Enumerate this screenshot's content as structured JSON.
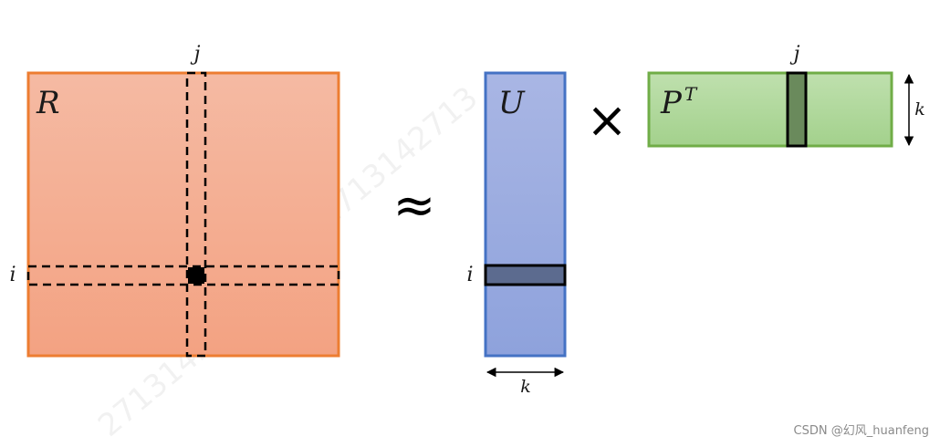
{
  "labels": {
    "R": "R",
    "U": "U",
    "P": "P",
    "P_sup": "T",
    "times": "×",
    "approx": "≈",
    "i_R": "i",
    "j_R": "j",
    "i_U": "i",
    "j_P": "j",
    "k_U": "k",
    "k_P": "k"
  },
  "watermark": {
    "background_text": "2713142713",
    "credit": "CSDN @幻风_huanfeng"
  },
  "colors": {
    "R_fill_top": "#f5baa3",
    "R_fill_bottom": "#f3a282",
    "R_stroke": "#ed7d31",
    "U_fill_top": "#a9b6e4",
    "U_fill_bottom": "#8ea2dc",
    "U_stroke": "#4472c4",
    "P_fill_top": "#bfe0ae",
    "P_fill_bottom": "#a3d18c",
    "P_stroke": "#70ad47",
    "U_row_fill": "#5c6b8f",
    "P_col_fill": "#6a8a5c",
    "line": "#000000"
  }
}
